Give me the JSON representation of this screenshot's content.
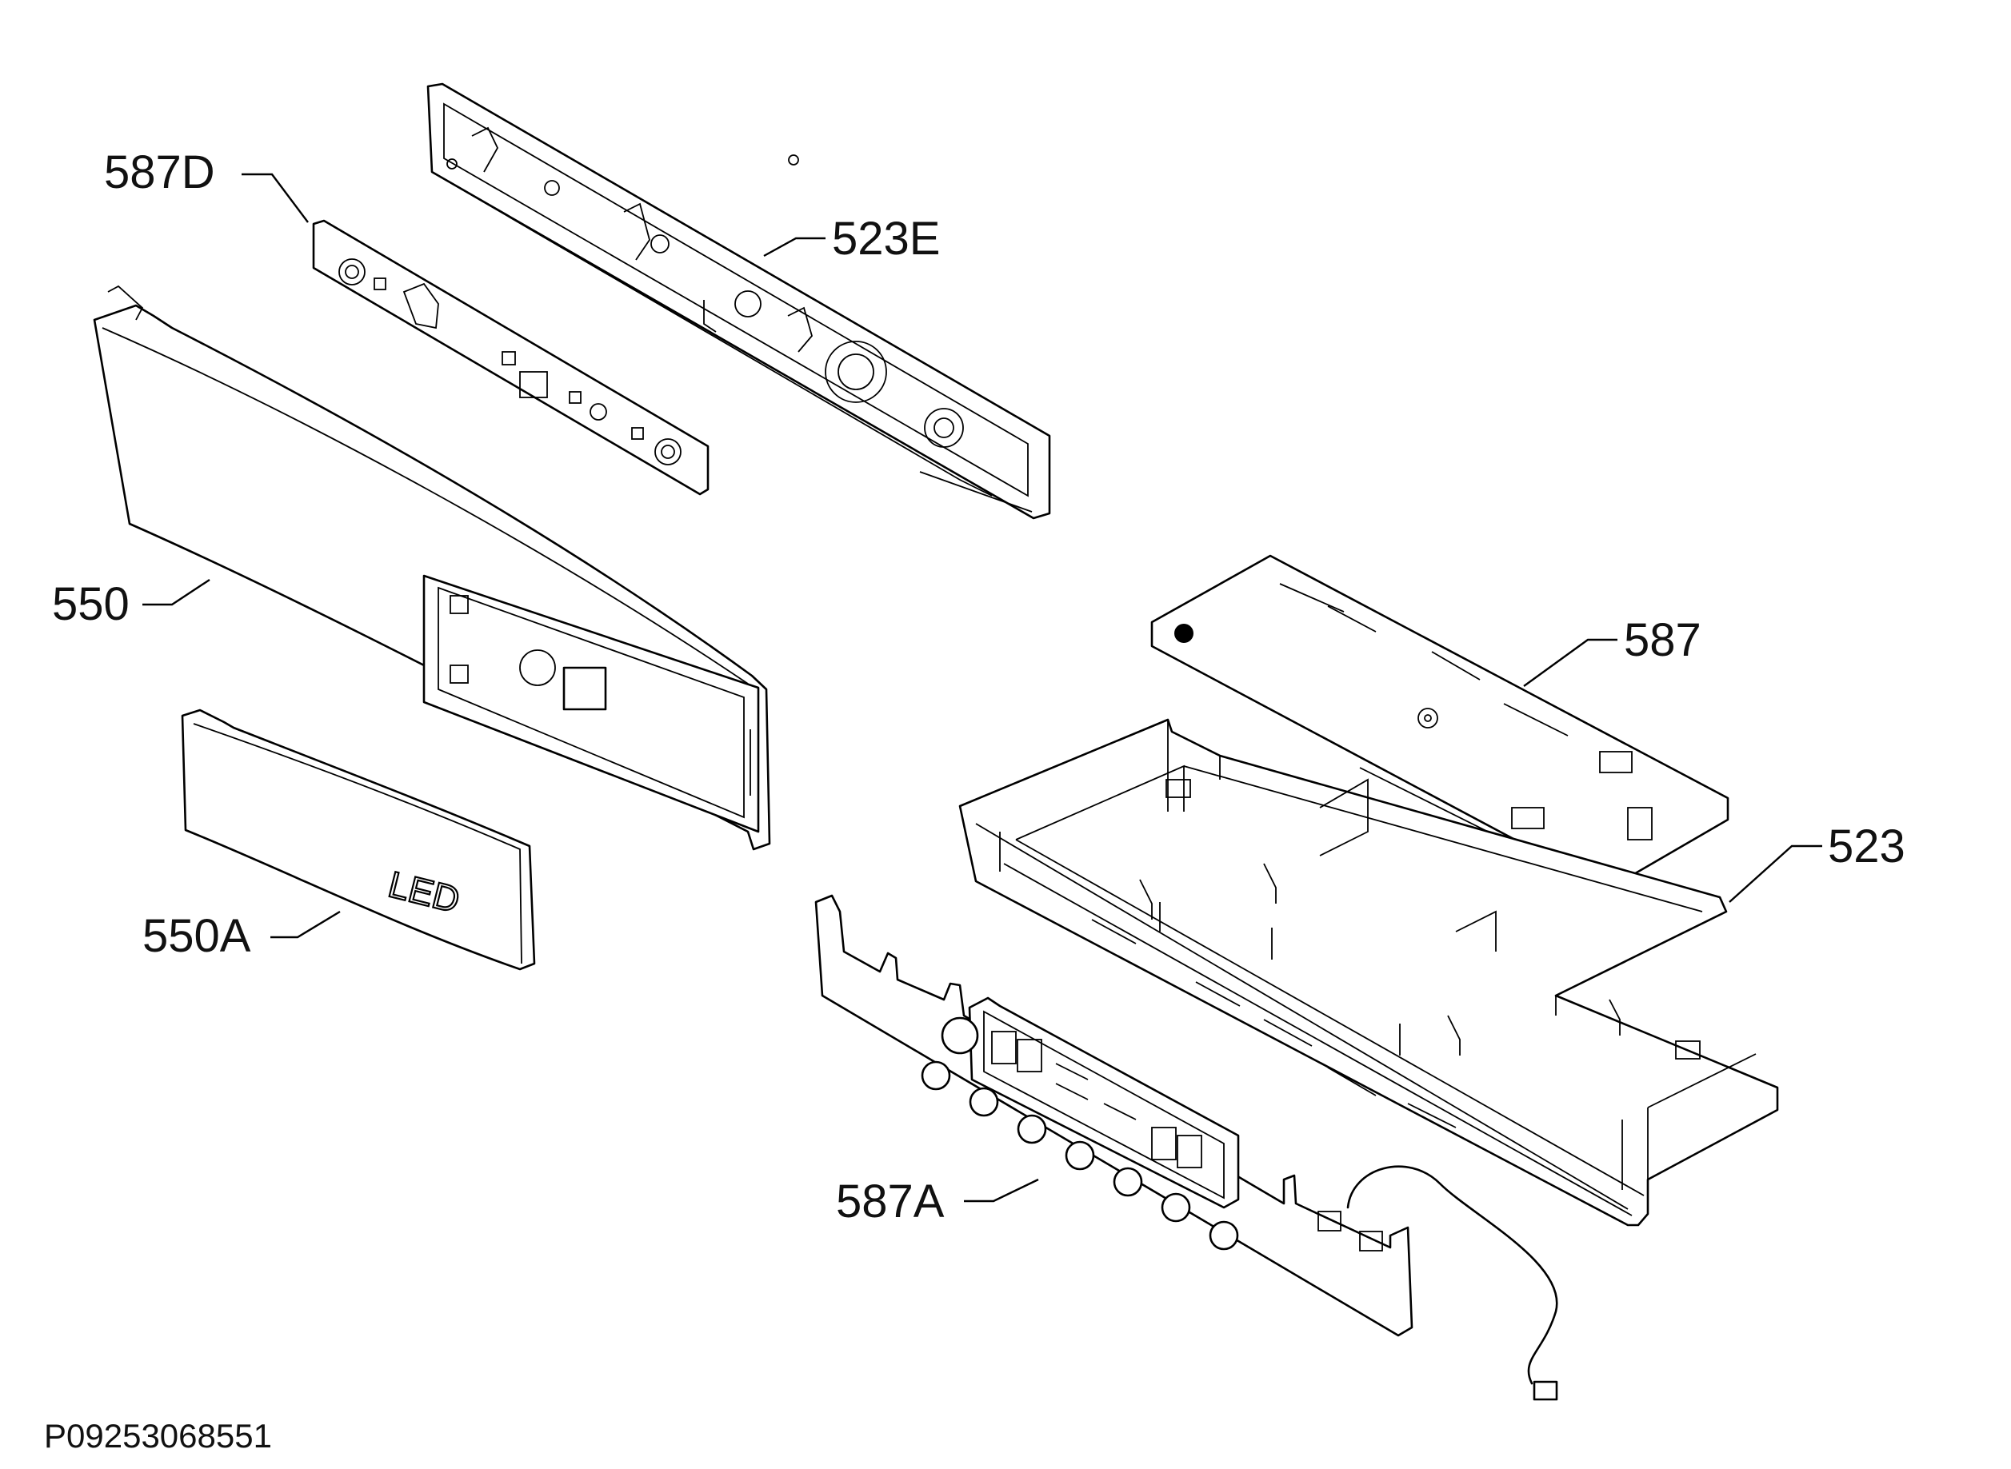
{
  "parts": [
    {
      "id": "587D",
      "label": "587D"
    },
    {
      "id": "523E",
      "label": "523E"
    },
    {
      "id": "550",
      "label": "550"
    },
    {
      "id": "550A",
      "label": "550A"
    },
    {
      "id": "587",
      "label": "587"
    },
    {
      "id": "523",
      "label": "523"
    },
    {
      "id": "587A",
      "label": "587A"
    }
  ],
  "cover_marking": "LED",
  "document_number": "P09253068551"
}
